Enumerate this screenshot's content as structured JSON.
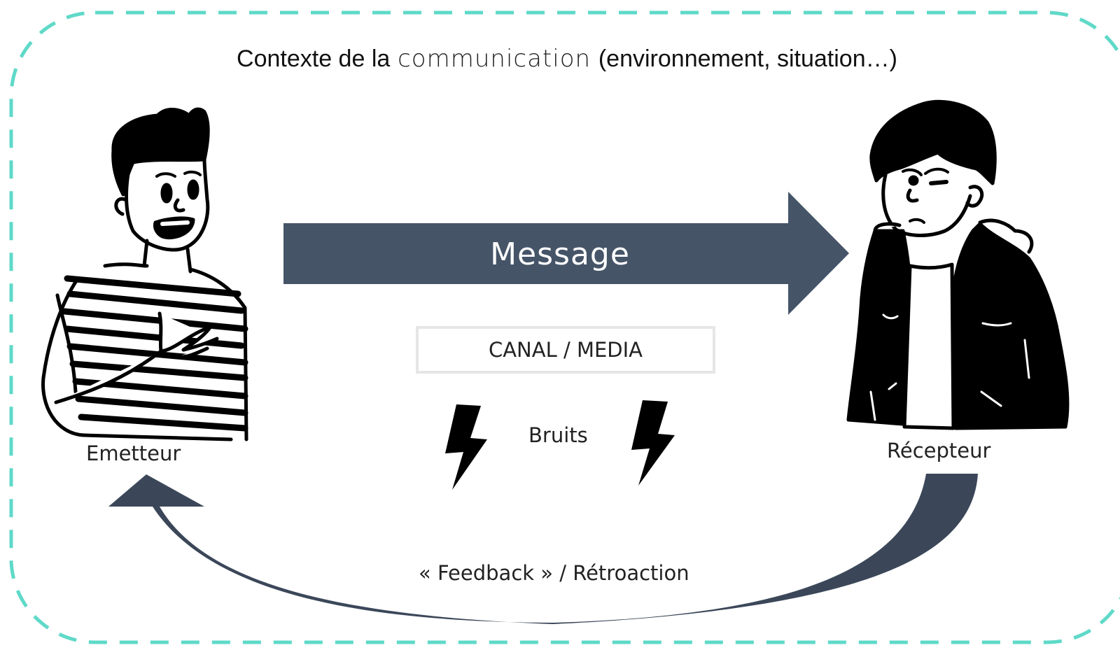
{
  "context": {
    "part1": "Contexte de la",
    "part2": "communication",
    "part3": "(environnement, situation…)"
  },
  "message": "Message",
  "channel": "CANAL / MEDIA",
  "noise": "Bruits",
  "sender": "Emetteur",
  "receiver": "Récepteur",
  "feedback": "« Feedback » / Rétroaction",
  "colors": {
    "border": "#5fd9c8",
    "arrow": "#465468",
    "feedback_arrow": "#3b4759",
    "box_border": "#e6e6e6",
    "ink": "#000000"
  }
}
